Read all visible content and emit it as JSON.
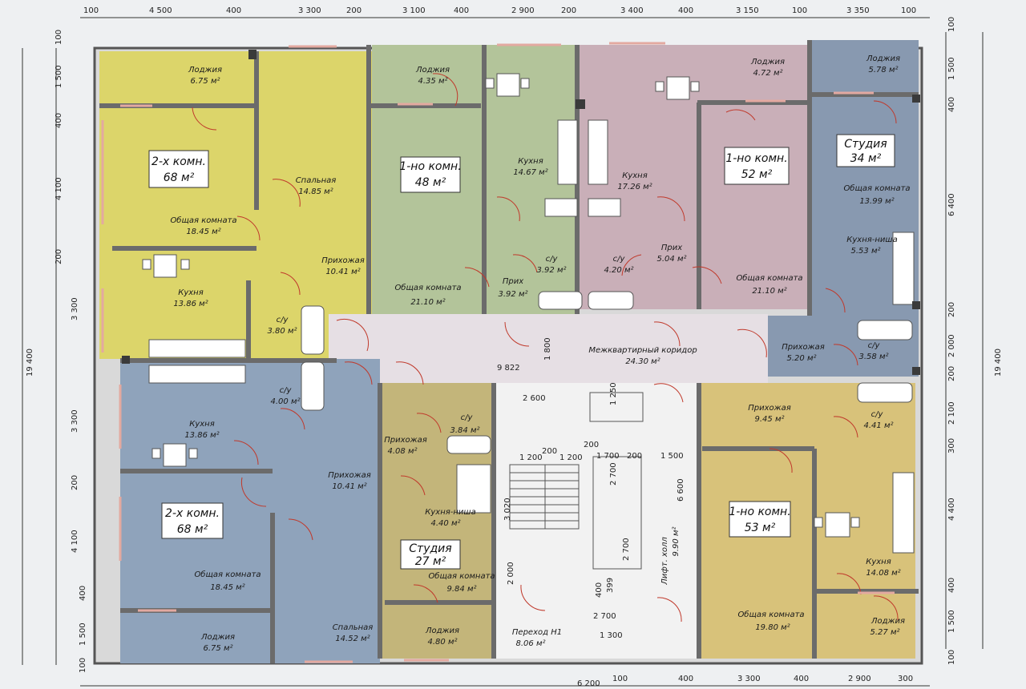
{
  "dimensions": {
    "top_segments": [
      "100",
      "4 500",
      "400",
      "3 300",
      "200",
      "3 100",
      "400",
      "2 900",
      "200",
      "3 400",
      "400",
      "3 150",
      "100",
      "3 350",
      "100"
    ],
    "bottom_segments": [
      "100",
      "400",
      "3 300",
      "400",
      "2 900",
      "300",
      "1 300",
      "6 200"
    ],
    "left_segments": [
      "100",
      "1 500",
      "400",
      "4 100",
      "200",
      "3 300",
      "3 300",
      "200",
      "4 100",
      "400",
      "1 500",
      "100"
    ],
    "right_segments": [
      "100",
      "1 500",
      "400",
      "6 400",
      "200",
      "2 000",
      "200",
      "2 100",
      "300",
      "4 400",
      "400",
      "1 500",
      "100"
    ],
    "left_total": "19 400",
    "right_total": "19 400",
    "corridor_length": "9 822",
    "corridor_width": "1 800",
    "stair_dims": [
      "2 600",
      "200",
      "1 200",
      "200",
      "1 200",
      "1 700",
      "200",
      "3 020",
      "2 000",
      "2 700",
      "1 250",
      "1 500",
      "6 600",
      "2 700",
      "2 700",
      "400",
      "399"
    ]
  },
  "apartments": [
    {
      "title": "2-х комн.",
      "area": "68 м²",
      "color": "#dcd56a"
    },
    {
      "title": "1-но комн.",
      "area": "48 м²",
      "color": "#b3c49a"
    },
    {
      "title": "1-но комн.",
      "area": "52 м²",
      "color": "#c9afb8"
    },
    {
      "title": "Студия",
      "area": "34 м²",
      "color": "#8899b0"
    },
    {
      "title": "2-х комн.",
      "area": "68 м²",
      "color": "#8fa3bb"
    },
    {
      "title": "Студия",
      "area": "27 м²",
      "color": "#c3b57a"
    },
    {
      "title": "1-но комн.",
      "area": "53 м²",
      "color": "#d8c27a"
    }
  ],
  "rooms": [
    {
      "name": "Лоджия",
      "area": "6.75 м²"
    },
    {
      "name": "Спальная",
      "area": "14.85 м²"
    },
    {
      "name": "Общая комната",
      "area": "18.45 м²"
    },
    {
      "name": "Прихожая",
      "area": "10.41 м²"
    },
    {
      "name": "Кухня",
      "area": "13.86 м²"
    },
    {
      "name": "с/у",
      "area": "3.80 м²"
    },
    {
      "name": "Лоджия",
      "area": "4.35 м²"
    },
    {
      "name": "Общая комната",
      "area": "21.10 м²"
    },
    {
      "name": "Кухня",
      "area": "14.67 м²"
    },
    {
      "name": "с/у",
      "area": "3.92 м²"
    },
    {
      "name": "Прих",
      "area": "3.92 м²"
    },
    {
      "name": "Кухня",
      "area": "17.26 м²"
    },
    {
      "name": "с/у",
      "area": "4.20 м²"
    },
    {
      "name": "Прих",
      "area": "5.04 м²"
    },
    {
      "name": "Лоджия",
      "area": "4.72 м²"
    },
    {
      "name": "Общая комната",
      "area": "21.10 м²"
    },
    {
      "name": "Лоджия",
      "area": "5.78 м²"
    },
    {
      "name": "Общая комната",
      "area": "13.99 м²"
    },
    {
      "name": "Кухня-ниша",
      "area": "5.53 м²"
    },
    {
      "name": "Прихожая",
      "area": "5.20 м²"
    },
    {
      "name": "с/у",
      "area": "3.58 м²"
    },
    {
      "name": "Межквартирный коридор",
      "area": "24.30 м²"
    },
    {
      "name": "Кухня",
      "area": "13.86 м²"
    },
    {
      "name": "с/у",
      "area": "4.00 м²"
    },
    {
      "name": "Прихожая",
      "area": "10.41 м²"
    },
    {
      "name": "Общая комната",
      "area": "18.45 м²"
    },
    {
      "name": "Спальная",
      "area": "14.52 м²"
    },
    {
      "name": "Лоджия",
      "area": "6.75 м²"
    },
    {
      "name": "с/у",
      "area": "3.84 м²"
    },
    {
      "name": "Прихожая",
      "area": "4.08 м²"
    },
    {
      "name": "Кухня-ниша",
      "area": "4.40 м²"
    },
    {
      "name": "Общая комната",
      "area": "9.84 м²"
    },
    {
      "name": "Лоджия",
      "area": "4.80 м²"
    },
    {
      "name": "Переход Н1",
      "area": "8.06 м²"
    },
    {
      "name": "Лифт. холл",
      "area": "9.90 м²"
    },
    {
      "name": "Прихожая",
      "area": "9.45 м²"
    },
    {
      "name": "с/у",
      "area": "4.41 м²"
    },
    {
      "name": "Кухня",
      "area": "14.08 м²"
    },
    {
      "name": "Общая комната",
      "area": "19.80 м²"
    },
    {
      "name": "Лоджия",
      "area": "5.27 м²"
    }
  ],
  "colors": {
    "wall": "#6b6b6b",
    "wall_dark": "#3a3a3a",
    "corridor": "#e6dfe4",
    "stair": "#f2f2f2",
    "line": "#222222",
    "door": "#c0392b",
    "window": "#e3a9a0"
  }
}
